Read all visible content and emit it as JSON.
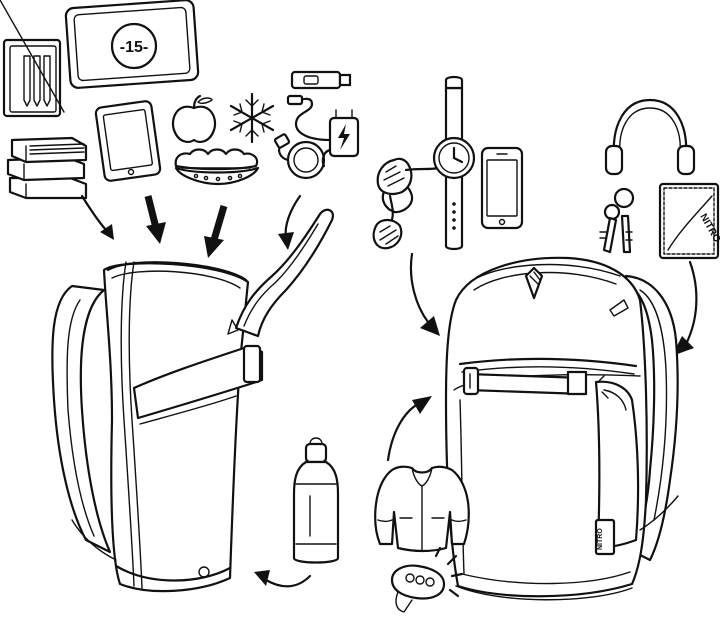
{
  "texts": {
    "tablet_sleeve_badge": "-15-",
    "wallet_brand": "NITRO",
    "backpack_tag": "NITRO"
  },
  "icons": [
    "notebook-pens-icon",
    "laptop-sleeve-icon",
    "books-icon",
    "tablet-icon",
    "apple-icon",
    "snowflake-icon",
    "sandwich-icon",
    "usb-stick-icon",
    "charger-cable-icon",
    "sunglasses-icon",
    "wristwatch-icon",
    "smartphone-icon",
    "headphones-icon",
    "keys-icon",
    "wallet-icon",
    "water-bottle-icon",
    "jacket-icon",
    "bike-light-icon",
    "curved-arrow-icon"
  ]
}
